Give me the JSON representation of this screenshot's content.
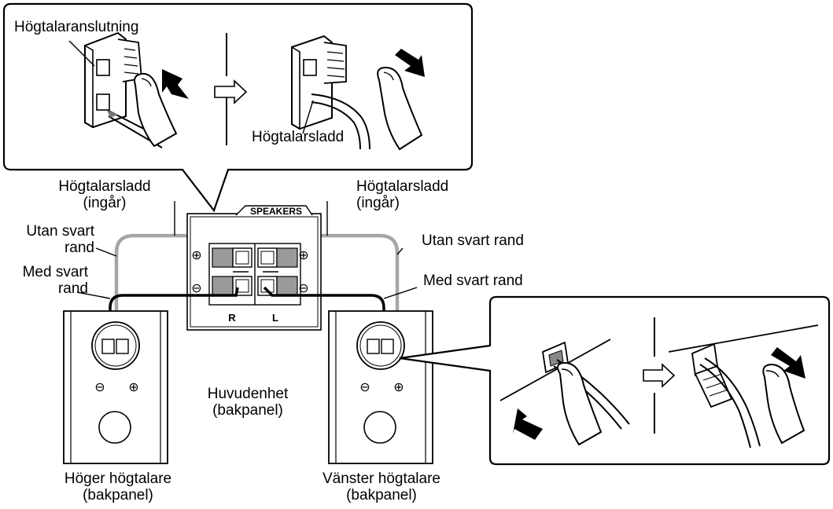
{
  "labels": {
    "speaker_connector": "Högtalaranslutning",
    "speaker_cord_top": "Högtalarsladd",
    "speaker_cord_left": {
      "line1": "Högtalarsladd",
      "line2": "(ingår)"
    },
    "speaker_cord_right": {
      "line1": "Högtalarsladd",
      "line2": "(ingår)"
    },
    "no_stripe_left": {
      "line1": "Utan svart",
      "line2": "rand"
    },
    "stripe_left": {
      "line1": "Med svart",
      "line2": "rand"
    },
    "no_stripe_right": "Utan svart rand",
    "stripe_right": "Med svart rand",
    "panel_title": "SPEAKERS",
    "channel_r": "R",
    "channel_l": "L",
    "plus_symbol": "⊕",
    "minus_symbol": "⊖",
    "main_unit": {
      "line1": "Huvudenhet",
      "line2": "(bakpanel)"
    },
    "right_speaker": {
      "line1": "Höger högtalare",
      "line2": "(bakpanel)"
    },
    "left_speaker": {
      "line1": "Vänster högtalare",
      "line2": "(bakpanel)"
    }
  },
  "colors": {
    "line": "#000000",
    "gray_cord": "#a6a6a6",
    "panel_fill": "#ffffff",
    "gray_fill": "#9a9a9a"
  }
}
